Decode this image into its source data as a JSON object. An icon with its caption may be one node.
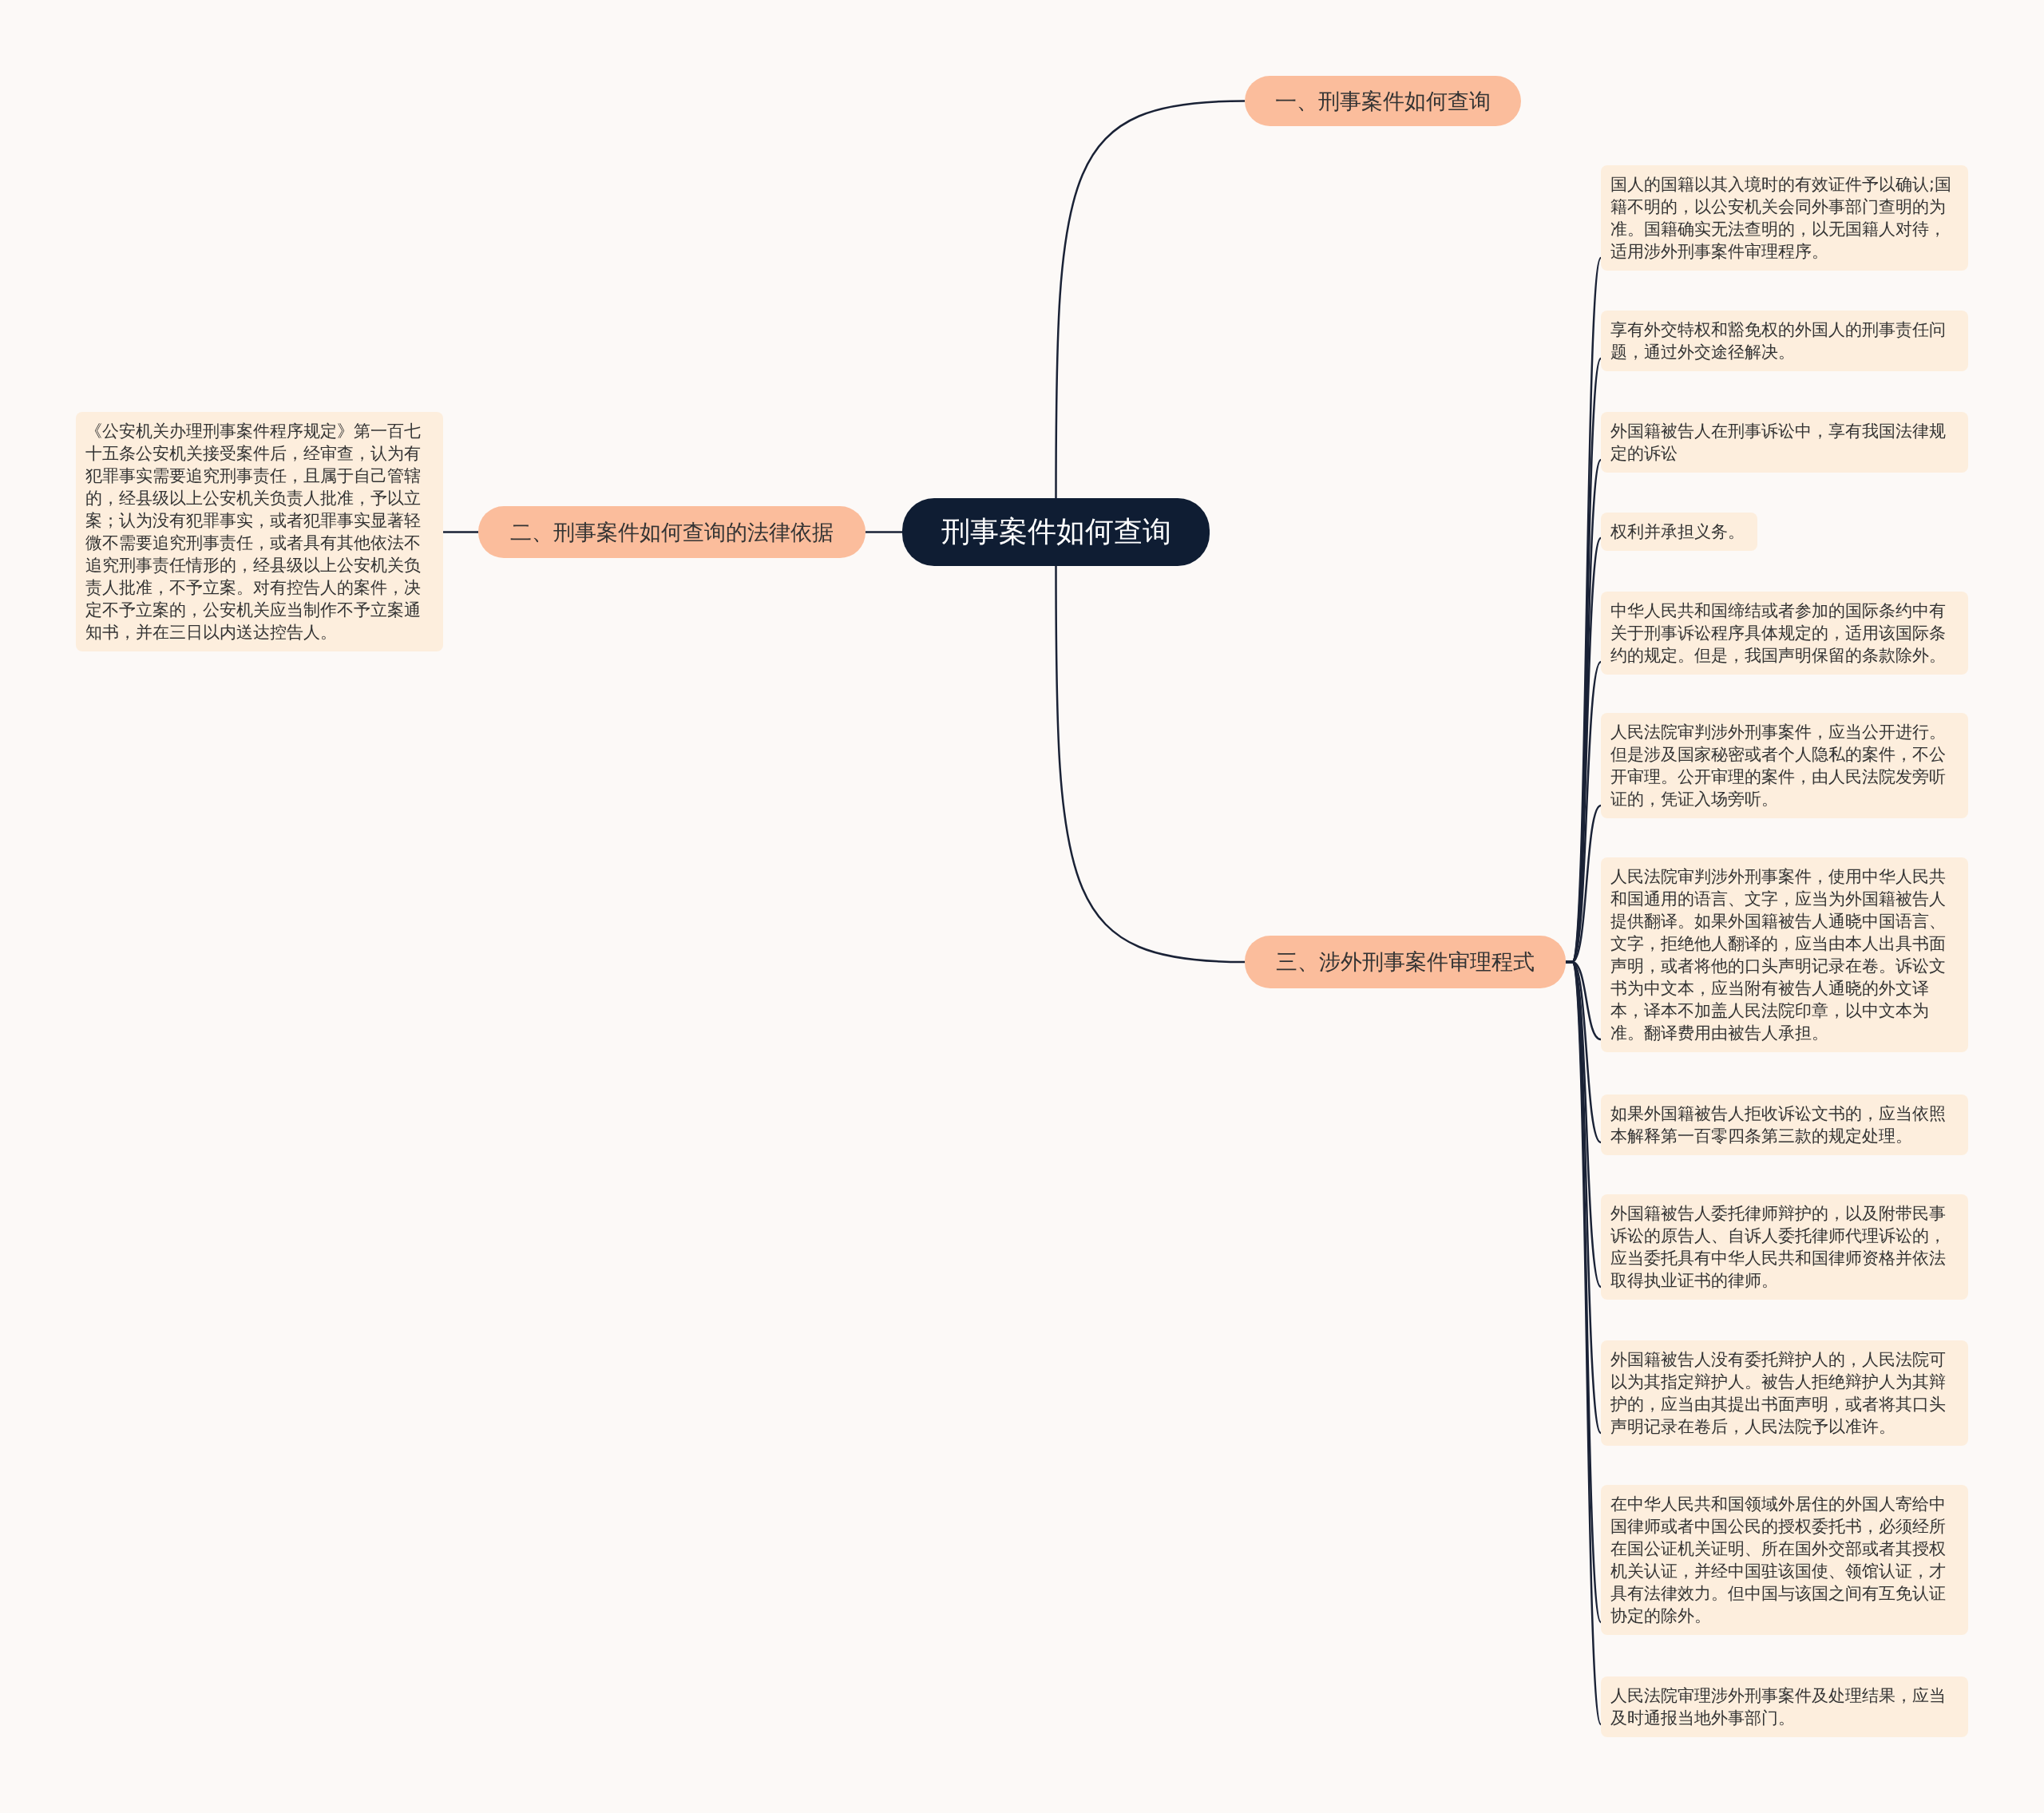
{
  "diagram": {
    "nodes": [
      {
        "text": [
          "刑事案件如何查询"
        ]
      },
      {
        "text": [
          "一、刑事案件如何查询"
        ]
      },
      {
        "text": [
          "二、刑事案件如何查询的法律依据"
        ]
      },
      {
        "text": [
          "《公安机关办理刑事案件程序规定》第一百七十五条公安机关接受案件后，经审查，认为有犯罪事实需要追究刑事责任，且属于自己管辖的，经县级以上公安机关负责人批准，予以立案；认为没有犯罪事实，或者犯罪事实显著轻微不需要追究刑事责任，或者具有其他依法不追究刑事责任情形的，经县级以上公安机关负责人批准，不予立案。对有控告人的案件，决定不予立案的，公安机关应当制作不予立案通知书，并在三日以内送达控告人。"
        ]
      },
      {
        "text": [
          "三、涉外刑事案件审理程式"
        ]
      },
      {
        "text": [
          "国人的国籍以其入境时的有效证件予以确认;国籍不明的，以公安机关会同外事部门查明的为准。国籍确实无法查明的，以无国籍人对待，适用涉外刑事案件审理程序。"
        ]
      },
      {
        "text": [
          "享有外交特权和豁免权的外国人的刑事责任问题，通过外交途径解决。"
        ]
      },
      {
        "text": [
          "外国籍被告人在刑事诉讼中，享有我国法律规定的诉讼"
        ]
      },
      {
        "text": [
          "权利并承担义务。"
        ]
      },
      {
        "text": [
          "中华人民共和国缔结或者参加的国际条约中有关于刑事诉讼程序具体规定的，适用该国际条约的规定。但是，我国声明保留的条款除外。"
        ]
      },
      {
        "text": [
          "人民法院审判涉外刑事案件，应当公开进行。但是涉及国家秘密或者个人隐私的案件，不公开审理。公开审理的案件，由人民法院发旁听证的，凭证入场旁听。"
        ]
      },
      {
        "text": [
          "人民法院审判涉外刑事案件，使用中华人民共和国通用的语言、文字，应当为外国籍被告人提供翻译。如果外国籍被告人通晓中国语言、文字，拒绝他人翻译的，应当由本人出具书面声明，或者将他的口头声明记录在卷。诉讼文书为中文本，应当附有被告人通晓的外文译本，译本不加盖人民法院印章，以中文本为准。翻译费用由被告人承担。"
        ]
      },
      {
        "text": [
          "如果外国籍被告人拒收诉讼文书的，应当依照本解释第一百零四条第三款的规定处理。"
        ]
      },
      {
        "text": [
          "外国籍被告人委托律师辩护的，以及附带民事诉讼的原告人、自诉人委托律师代理诉讼的，应当委托具有中华人民共和国律师资格并依法取得执业证书的律师。"
        ]
      },
      {
        "text": [
          "外国籍被告人没有委托辩护人的，人民法院可以为其指定辩护人。被告人拒绝辩护人为其辩护的，应当由其提出书面声明，或者将其口头声明记录在卷后，人民法院予以准许。"
        ]
      },
      {
        "text": [
          "在中华人民共和国领域外居住的外国人寄给中国律师或者中国公民的授权委托书，必须经所在国公证机关证明、所在国外交部或者其授权机关认证，并经中国驻该国使、领馆认证，才具有法律效力。但中国与该国之间有互免认证协定的除外。"
        ]
      },
      {
        "text": [
          "人民法院审理涉外刑事案件及处理结果，应当及时通报当地外事部门。"
        ]
      }
    ],
    "edges": [
      {
        "from": 0,
        "to": 1,
        "arrow": "none"
      },
      {
        "from": 0,
        "to": 2,
        "arrow": "none"
      },
      {
        "from": 0,
        "to": 4,
        "arrow": "none"
      },
      {
        "from": 2,
        "to": 3,
        "arrow": "none"
      },
      {
        "from": 4,
        "to": 5,
        "arrow": "none"
      },
      {
        "from": 4,
        "to": 6,
        "arrow": "none"
      },
      {
        "from": 4,
        "to": 7,
        "arrow": "none"
      },
      {
        "from": 4,
        "to": 8,
        "arrow": "none"
      },
      {
        "from": 4,
        "to": 9,
        "arrow": "none"
      },
      {
        "from": 4,
        "to": 10,
        "arrow": "none"
      },
      {
        "from": 4,
        "to": 11,
        "arrow": "none"
      },
      {
        "from": 4,
        "to": 12,
        "arrow": "none"
      },
      {
        "from": 4,
        "to": 13,
        "arrow": "none"
      },
      {
        "from": 4,
        "to": 14,
        "arrow": "none"
      },
      {
        "from": 4,
        "to": 15,
        "arrow": "none"
      },
      {
        "from": 4,
        "to": 16,
        "arrow": "none"
      }
    ]
  }
}
